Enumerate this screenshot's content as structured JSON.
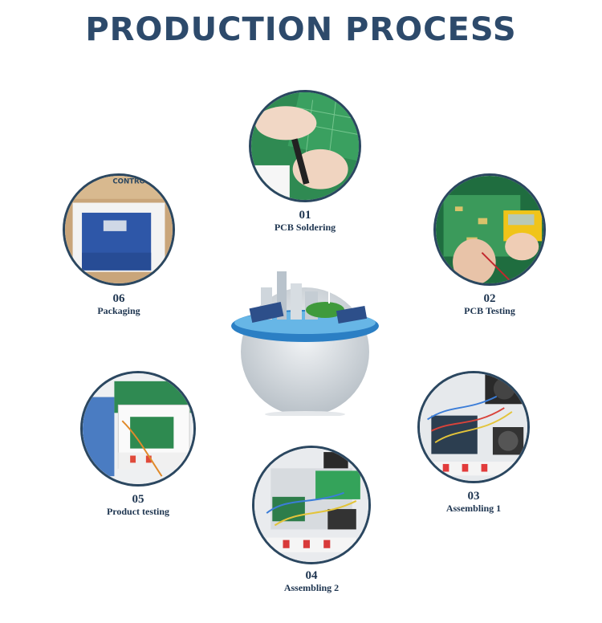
{
  "header": {
    "title": "PRODUCTION PROCESS"
  },
  "colors": {
    "title": "#2d4a6b",
    "ring": "#2b4760",
    "label": "#1e3550"
  },
  "steps": [
    {
      "number": "01",
      "label": "PCB Soldering"
    },
    {
      "number": "02",
      "label": "PCB Testing"
    },
    {
      "number": "03",
      "label": "Assembling 1"
    },
    {
      "number": "04",
      "label": "Assembling 2"
    },
    {
      "number": "05",
      "label": "Product testing"
    },
    {
      "number": "06",
      "label": "Packaging"
    }
  ],
  "center": {
    "image": "green-energy-globe-illustration"
  },
  "photos": {
    "packaging_box_text": "CONTRO"
  }
}
